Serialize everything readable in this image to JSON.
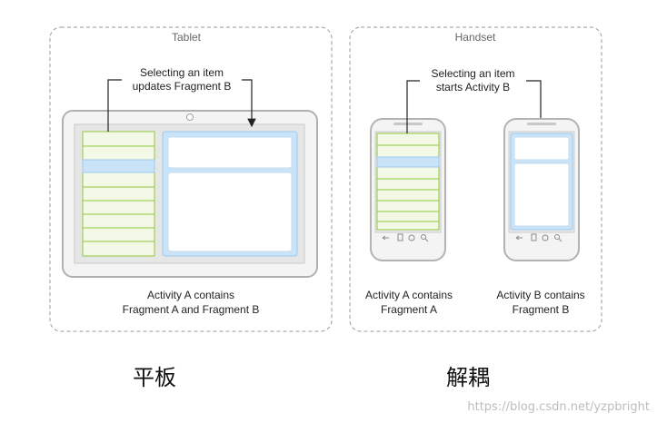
{
  "tablet": {
    "label": "Tablet",
    "callout": [
      "Selecting an item",
      "updates Fragment B"
    ],
    "caption": [
      "Activity A contains",
      "Fragment A and Fragment B"
    ]
  },
  "handset": {
    "label": "Handset",
    "callout": [
      "Selecting an item",
      "starts Activity B"
    ],
    "caption_a": [
      "Activity A contains",
      "Fragment A"
    ],
    "caption_b": [
      "Activity B contains",
      "Fragment B"
    ]
  },
  "labels": {
    "tablet_cn": "平板",
    "handset_cn": "解耦"
  },
  "watermark": "https://blog.csdn.net/yzpbright",
  "colors": {
    "list_green": "#8fc63c",
    "list_bg": "#f3f9e6",
    "selected_blue": "#c9e4f9",
    "fragment_blue": "#9cc8ee",
    "device_gray": "#b3b3b3",
    "border_dashed": "#999999"
  }
}
